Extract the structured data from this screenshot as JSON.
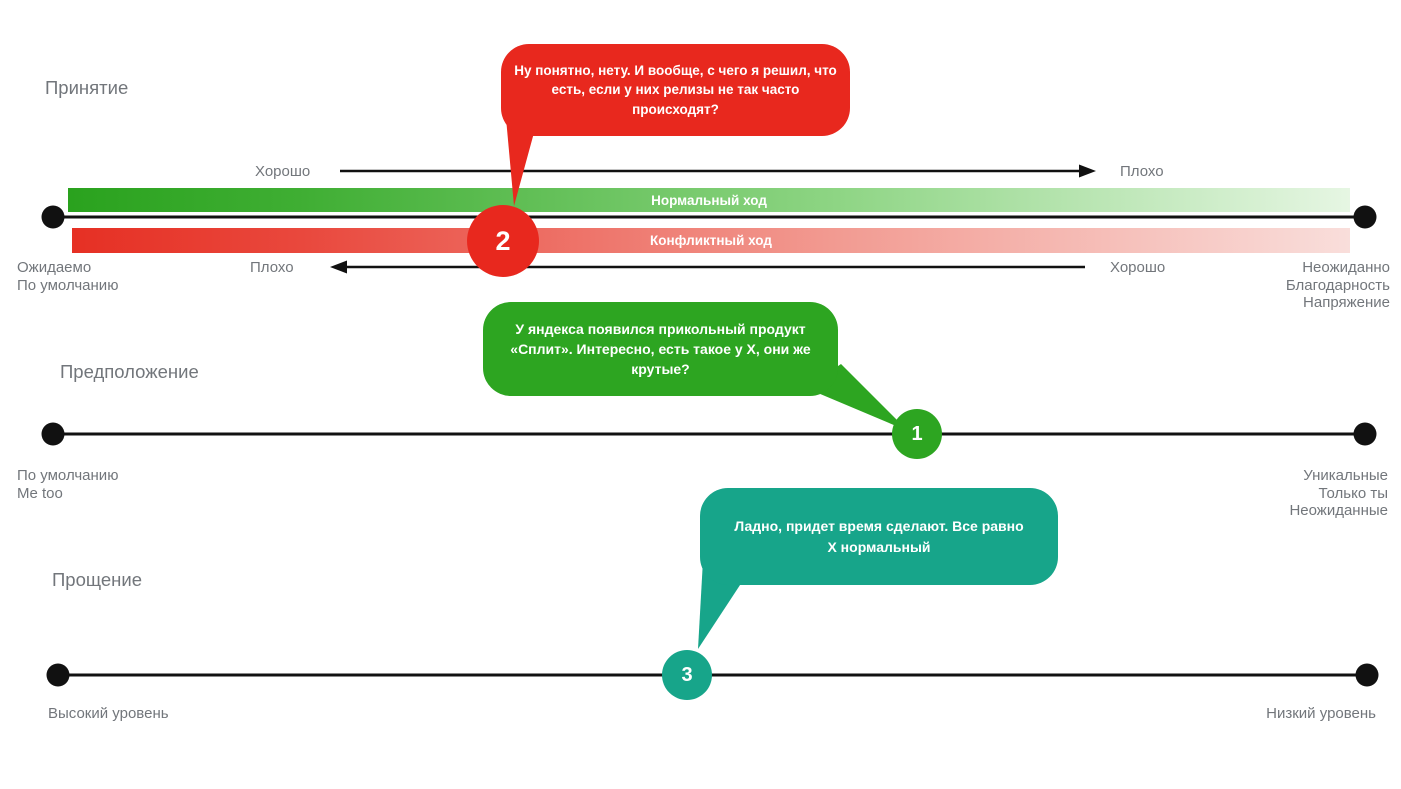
{
  "diagram": {
    "colors": {
      "red": "#e8281e",
      "green": "#2da521",
      "teal": "#17a58a",
      "bar_green_start": "#2aa21e",
      "bar_green_end": "#e6f6e3",
      "bar_red_start": "#e63024",
      "bar_red_end": "#f9dedb",
      "text_gray": "#72767b",
      "line_black": "#111111"
    },
    "sections": [
      {
        "title": "Принятие",
        "top_scale": {
          "left": "Хорошо",
          "right": "Плохо",
          "direction": "right"
        },
        "bottom_scale": {
          "left": "Плохо",
          "right": "Хорошо",
          "direction": "left"
        },
        "bars": [
          {
            "label": "Нормальный ход",
            "color": "green"
          },
          {
            "label": "Конфликтный ход",
            "color": "red"
          }
        ],
        "left_labels": [
          "Ожидаемо",
          "По умолчанию"
        ],
        "right_labels": [
          "Неожиданно",
          "Благодарность",
          "Напряжение"
        ],
        "bubble": "Ну понятно, нету. И вообще, с чего я решил, что есть, если у них релизы не так часто происходят?",
        "marker": "2"
      },
      {
        "title": "Предположение",
        "left_labels": [
          "По умолчанию",
          "Me too"
        ],
        "right_labels": [
          "Уникальные",
          "Только ты",
          "Неожиданные"
        ],
        "bubble": "У яндекса появился прикольный продукт «Сплит». Интересно, есть такое у X, они же крутые?",
        "marker": "1"
      },
      {
        "title": "Прощение",
        "left_labels": [
          "Высокий уровень"
        ],
        "right_labels": [
          "Низкий уровень"
        ],
        "bubble": "Ладно, придет время сделают. Все равно X нормальный",
        "marker": "3"
      }
    ]
  }
}
